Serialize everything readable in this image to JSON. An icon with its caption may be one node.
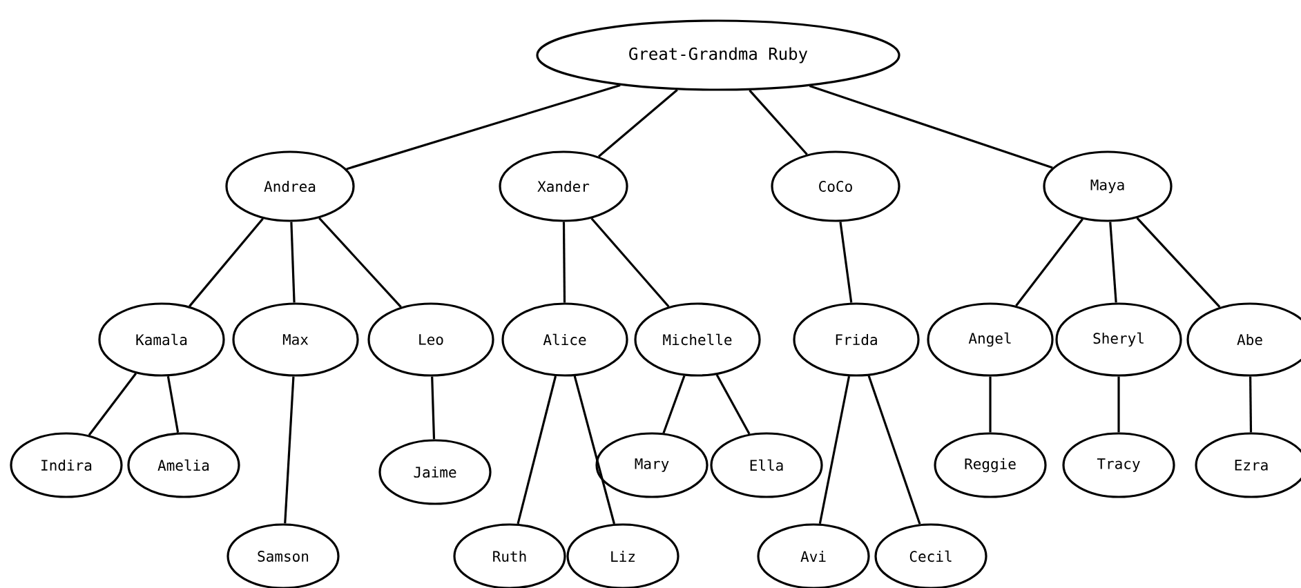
{
  "diagram": {
    "nodes": [
      {
        "text": [
          "Great-Grandma Ruby"
        ]
      },
      {
        "text": [
          "Andrea"
        ]
      },
      {
        "text": [
          "Xander"
        ]
      },
      {
        "text": [
          "CoCo"
        ]
      },
      {
        "text": [
          "Maya"
        ]
      },
      {
        "text": [
          "Kamala"
        ]
      },
      {
        "text": [
          "Max"
        ]
      },
      {
        "text": [
          "Leo"
        ]
      },
      {
        "text": [
          "Alice"
        ]
      },
      {
        "text": [
          "Michelle"
        ]
      },
      {
        "text": [
          "Frida"
        ]
      },
      {
        "text": [
          "Angel"
        ]
      },
      {
        "text": [
          "Sheryl"
        ]
      },
      {
        "text": [
          "Abe"
        ]
      },
      {
        "text": [
          "Indira"
        ]
      },
      {
        "text": [
          "Amelia"
        ]
      },
      {
        "text": [
          "Jaime"
        ]
      },
      {
        "text": [
          "Mary"
        ]
      },
      {
        "text": [
          "Ella"
        ]
      },
      {
        "text": [
          "Reggie"
        ]
      },
      {
        "text": [
          "Tracy"
        ]
      },
      {
        "text": [
          "Ezra"
        ]
      },
      {
        "text": [
          "Samson"
        ]
      },
      {
        "text": [
          "Ruth"
        ]
      },
      {
        "text": [
          "Liz"
        ]
      },
      {
        "text": [
          "Avi"
        ]
      },
      {
        "text": [
          "Cecil"
        ]
      }
    ],
    "edges": [
      {
        "from": 0,
        "to": 1,
        "arrow": "none"
      },
      {
        "from": 0,
        "to": 2,
        "arrow": "none"
      },
      {
        "from": 0,
        "to": 3,
        "arrow": "none"
      },
      {
        "from": 0,
        "to": 4,
        "arrow": "none"
      },
      {
        "from": 1,
        "to": 5,
        "arrow": "none"
      },
      {
        "from": 1,
        "to": 6,
        "arrow": "none"
      },
      {
        "from": 1,
        "to": 7,
        "arrow": "none"
      },
      {
        "from": 2,
        "to": 8,
        "arrow": "none"
      },
      {
        "from": 2,
        "to": 9,
        "arrow": "none"
      },
      {
        "from": 3,
        "to": 10,
        "arrow": "none"
      },
      {
        "from": 4,
        "to": 11,
        "arrow": "none"
      },
      {
        "from": 4,
        "to": 12,
        "arrow": "none"
      },
      {
        "from": 4,
        "to": 13,
        "arrow": "none"
      },
      {
        "from": 5,
        "to": 14,
        "arrow": "none"
      },
      {
        "from": 5,
        "to": 15,
        "arrow": "none"
      },
      {
        "from": 6,
        "to": 22,
        "arrow": "none"
      },
      {
        "from": 7,
        "to": 16,
        "arrow": "none"
      },
      {
        "from": 8,
        "to": 23,
        "arrow": "none"
      },
      {
        "from": 8,
        "to": 24,
        "arrow": "none"
      },
      {
        "from": 9,
        "to": 17,
        "arrow": "none"
      },
      {
        "from": 9,
        "to": 18,
        "arrow": "none"
      },
      {
        "from": 10,
        "to": 25,
        "arrow": "none"
      },
      {
        "from": 10,
        "to": 26,
        "arrow": "none"
      },
      {
        "from": 11,
        "to": 19,
        "arrow": "none"
      },
      {
        "from": 12,
        "to": 20,
        "arrow": "none"
      },
      {
        "from": 13,
        "to": 21,
        "arrow": "none"
      }
    ]
  }
}
